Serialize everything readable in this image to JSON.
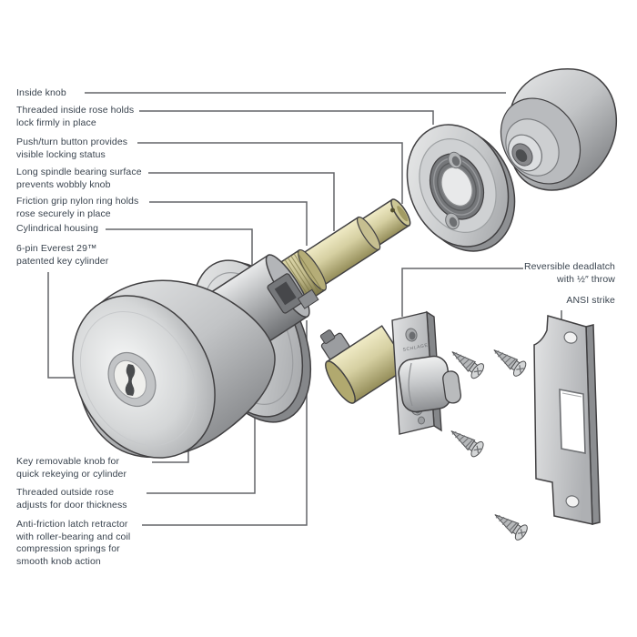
{
  "figure": {
    "type": "exploded-parts-diagram",
    "subject": "cylindrical knob lockset",
    "background": "#ffffff",
    "leader_line_color": "#636569",
    "text_color": "#39434e",
    "outline_color": "#414042"
  },
  "colors": {
    "metal_light": "#eceded",
    "metal_mid": "#bcbec0",
    "metal_dark": "#808285",
    "brass_light": "#ebe6bf",
    "brass_mid": "#cfc99c",
    "brass_dark": "#938c58"
  },
  "callouts": {
    "left": [
      {
        "text": "Inside knob"
      },
      {
        "text": "Threaded inside rose holds\nlock firmly in place"
      },
      {
        "text": "Push/turn button provides\nvisible locking status"
      },
      {
        "text": "Long spindle bearing surface\nprevents wobbly knob"
      },
      {
        "text": "Friction grip nylon ring holds\nrose securely in place"
      },
      {
        "text": "Cylindrical housing"
      },
      {
        "text": "6-pin Everest 29™\npatented key cylinder"
      },
      {
        "text": "Key removable knob for\nquick rekeying or cylinder"
      },
      {
        "text": "Threaded outside rose\nadjusts for door thickness"
      },
      {
        "text": "Anti-friction latch retractor\nwith roller-bearing and coil\ncompression springs for\nsmooth knob action"
      }
    ],
    "right": [
      {
        "text": "Reversible deadlatch\nwith ½″ throw"
      },
      {
        "text": "ANSI strike"
      }
    ]
  },
  "parts": {
    "faceplate_brand": "SCHLAGE",
    "illustrated": [
      "inside knob",
      "inside rose",
      "push/turn button",
      "spindle",
      "nylon ring",
      "cylindrical housing",
      "outside rose",
      "outside knob with key cylinder",
      "deadlatch assembly",
      "latch faceplate",
      "latch bolt",
      "mounting screws",
      "ANSI strike plate"
    ]
  }
}
